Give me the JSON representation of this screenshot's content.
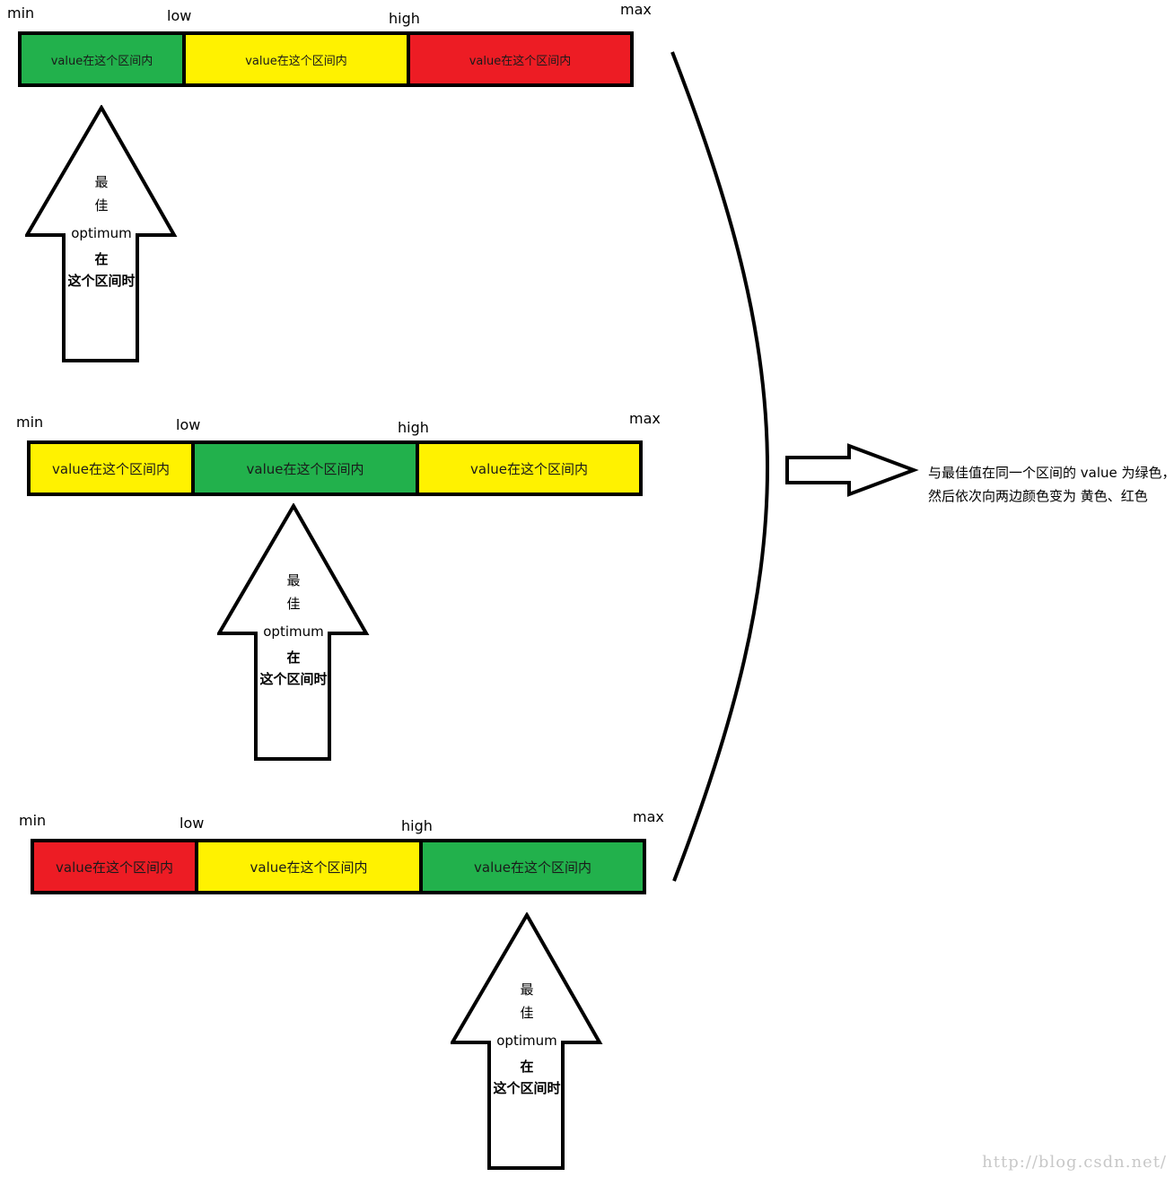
{
  "colors": {
    "green": "#22b14c",
    "yellow": "#fff200",
    "red": "#ed1c24",
    "outline": "#000000"
  },
  "scale_labels": {
    "min": "min",
    "low": "low",
    "high": "high",
    "max": "max"
  },
  "segment_text": "value在这个区间内",
  "arrow_text": {
    "line1": "最",
    "line2": "佳",
    "line3": "optimum",
    "line4": "在",
    "line5": "这个区间时"
  },
  "panels": [
    {
      "optimum_region": "min-low",
      "segments": [
        {
          "label": "value在这个区间内",
          "color_name": "green",
          "color": "#22b14c"
        },
        {
          "label": "value在这个区间内",
          "color_name": "yellow",
          "color": "#fff200"
        },
        {
          "label": "value在这个区间内",
          "color_name": "red",
          "color": "#ed1c24"
        }
      ]
    },
    {
      "optimum_region": "low-high",
      "segments": [
        {
          "label": "value在这个区间内",
          "color_name": "yellow",
          "color": "#fff200"
        },
        {
          "label": "value在这个区间内",
          "color_name": "green",
          "color": "#22b14c"
        },
        {
          "label": "value在这个区间内",
          "color_name": "yellow",
          "color": "#fff200"
        }
      ]
    },
    {
      "optimum_region": "high-max",
      "segments": [
        {
          "label": "value在这个区间内",
          "color_name": "red",
          "color": "#ed1c24"
        },
        {
          "label": "value在这个区间内",
          "color_name": "yellow",
          "color": "#fff200"
        },
        {
          "label": "value在这个区间内",
          "color_name": "green",
          "color": "#22b14c"
        }
      ]
    }
  ],
  "summary": {
    "line1": "与最佳值在同一个区间的 value 为绿色，",
    "line2": "然后依次向两边颜色变为 黄色、红色"
  },
  "watermark": "http://blog.csdn.net/"
}
